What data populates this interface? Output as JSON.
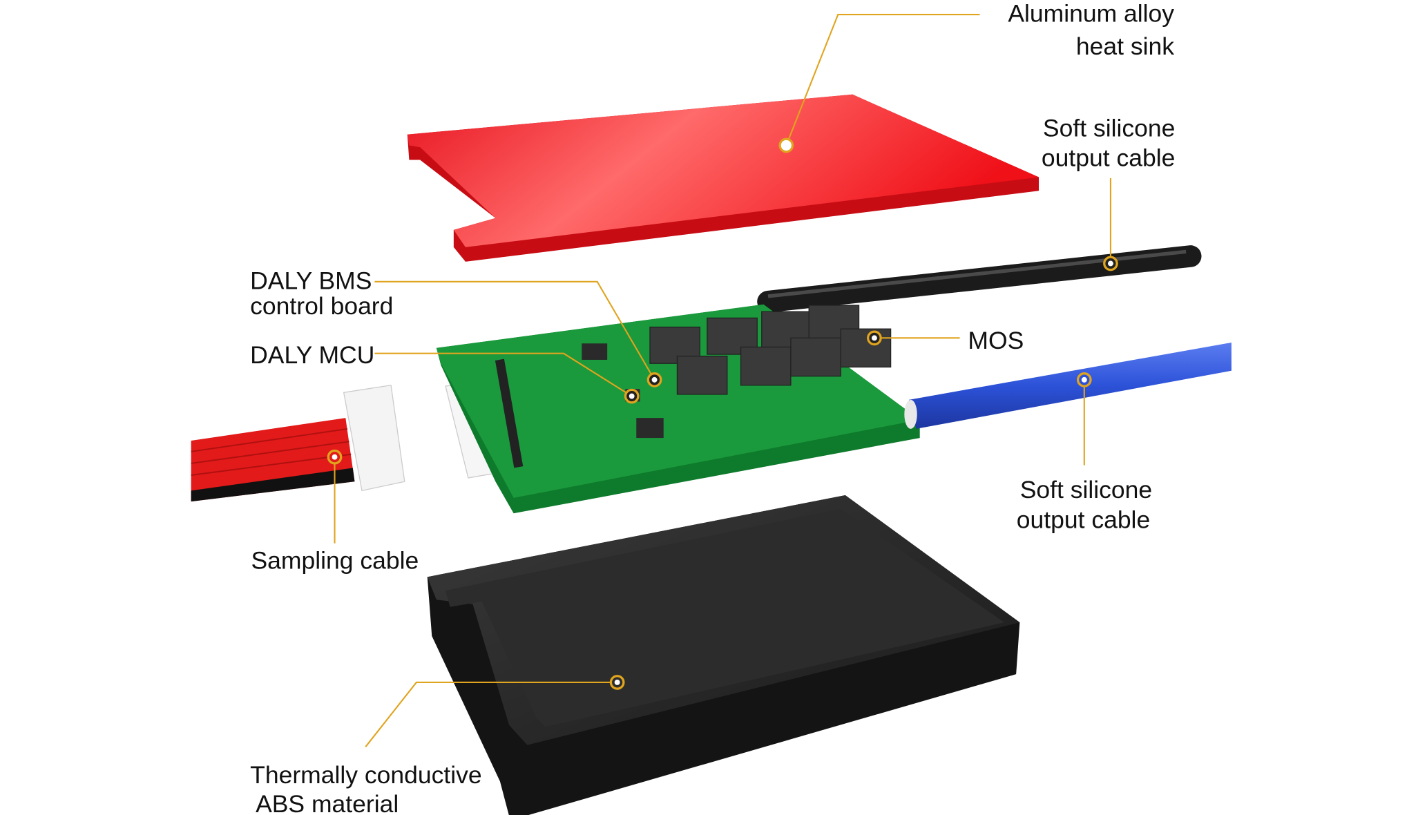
{
  "labels": {
    "heat_sink": [
      "Aluminum alloy",
      "heat sink"
    ],
    "cable_top": [
      "Soft silicone",
      "output cable"
    ],
    "bms_board": [
      "DALY BMS",
      "control board"
    ],
    "mcu": "DALY MCU",
    "mos": "MOS",
    "cable_bottom": [
      "Soft silicone",
      "output cable"
    ],
    "sampling": "Sampling cable",
    "case": [
      "Thermally conductive",
      " ABS material"
    ]
  },
  "colors": {
    "heat_sink": "#f0141e",
    "pcb": "#1a9a3c",
    "blue_cable": "#2c52d8",
    "case": "#1e1e1e",
    "leader": "#e0a41e"
  }
}
